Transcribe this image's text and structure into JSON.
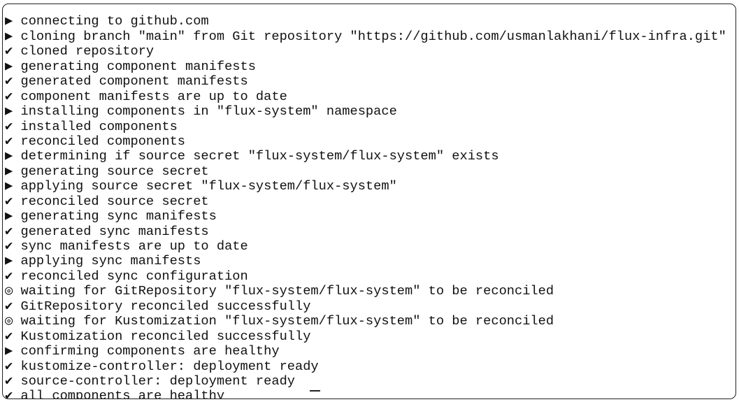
{
  "icons": {
    "progress": "▶",
    "success": "✔",
    "waiting": "◎"
  },
  "lines": [
    {
      "icon": "",
      "type": "partial",
      "text": ""
    },
    {
      "icon": "▶",
      "type": "progress",
      "text": "connecting to github.com"
    },
    {
      "icon": "▶",
      "type": "progress",
      "text": "cloning branch \"main\" from Git repository \"https://github.com/usmanlakhani/flux-infra.git\""
    },
    {
      "icon": "✔",
      "type": "success",
      "text": "cloned repository"
    },
    {
      "icon": "▶",
      "type": "progress",
      "text": "generating component manifests"
    },
    {
      "icon": "✔",
      "type": "success",
      "text": "generated component manifests"
    },
    {
      "icon": "✔",
      "type": "success",
      "text": "component manifests are up to date"
    },
    {
      "icon": "▶",
      "type": "progress",
      "text": "installing components in \"flux-system\" namespace"
    },
    {
      "icon": "✔",
      "type": "success",
      "text": "installed components"
    },
    {
      "icon": "✔",
      "type": "success",
      "text": "reconciled components"
    },
    {
      "icon": "▶",
      "type": "progress",
      "text": "determining if source secret \"flux-system/flux-system\" exists"
    },
    {
      "icon": "▶",
      "type": "progress",
      "text": "generating source secret"
    },
    {
      "icon": "▶",
      "type": "progress",
      "text": "applying source secret \"flux-system/flux-system\""
    },
    {
      "icon": "✔",
      "type": "success",
      "text": "reconciled source secret"
    },
    {
      "icon": "▶",
      "type": "progress",
      "text": "generating sync manifests"
    },
    {
      "icon": "✔",
      "type": "success",
      "text": "generated sync manifests"
    },
    {
      "icon": "✔",
      "type": "success",
      "text": "sync manifests are up to date"
    },
    {
      "icon": "▶",
      "type": "progress",
      "text": "applying sync manifests"
    },
    {
      "icon": "✔",
      "type": "success",
      "text": "reconciled sync configuration"
    },
    {
      "icon": "◎",
      "type": "waiting",
      "text": "waiting for GitRepository \"flux-system/flux-system\" to be reconciled"
    },
    {
      "icon": "✔",
      "type": "success",
      "text": "GitRepository reconciled successfully"
    },
    {
      "icon": "◎",
      "type": "waiting",
      "text": "waiting for Kustomization \"flux-system/flux-system\" to be reconciled"
    },
    {
      "icon": "✔",
      "type": "success",
      "text": "Kustomization reconciled successfully"
    },
    {
      "icon": "▶",
      "type": "progress",
      "text": "confirming components are healthy"
    },
    {
      "icon": "✔",
      "type": "success",
      "text": "kustomize-controller: deployment ready"
    },
    {
      "icon": "✔",
      "type": "success",
      "text": "source-controller: deployment ready"
    },
    {
      "icon": "✔",
      "type": "success",
      "text": "all components are healthy"
    }
  ]
}
